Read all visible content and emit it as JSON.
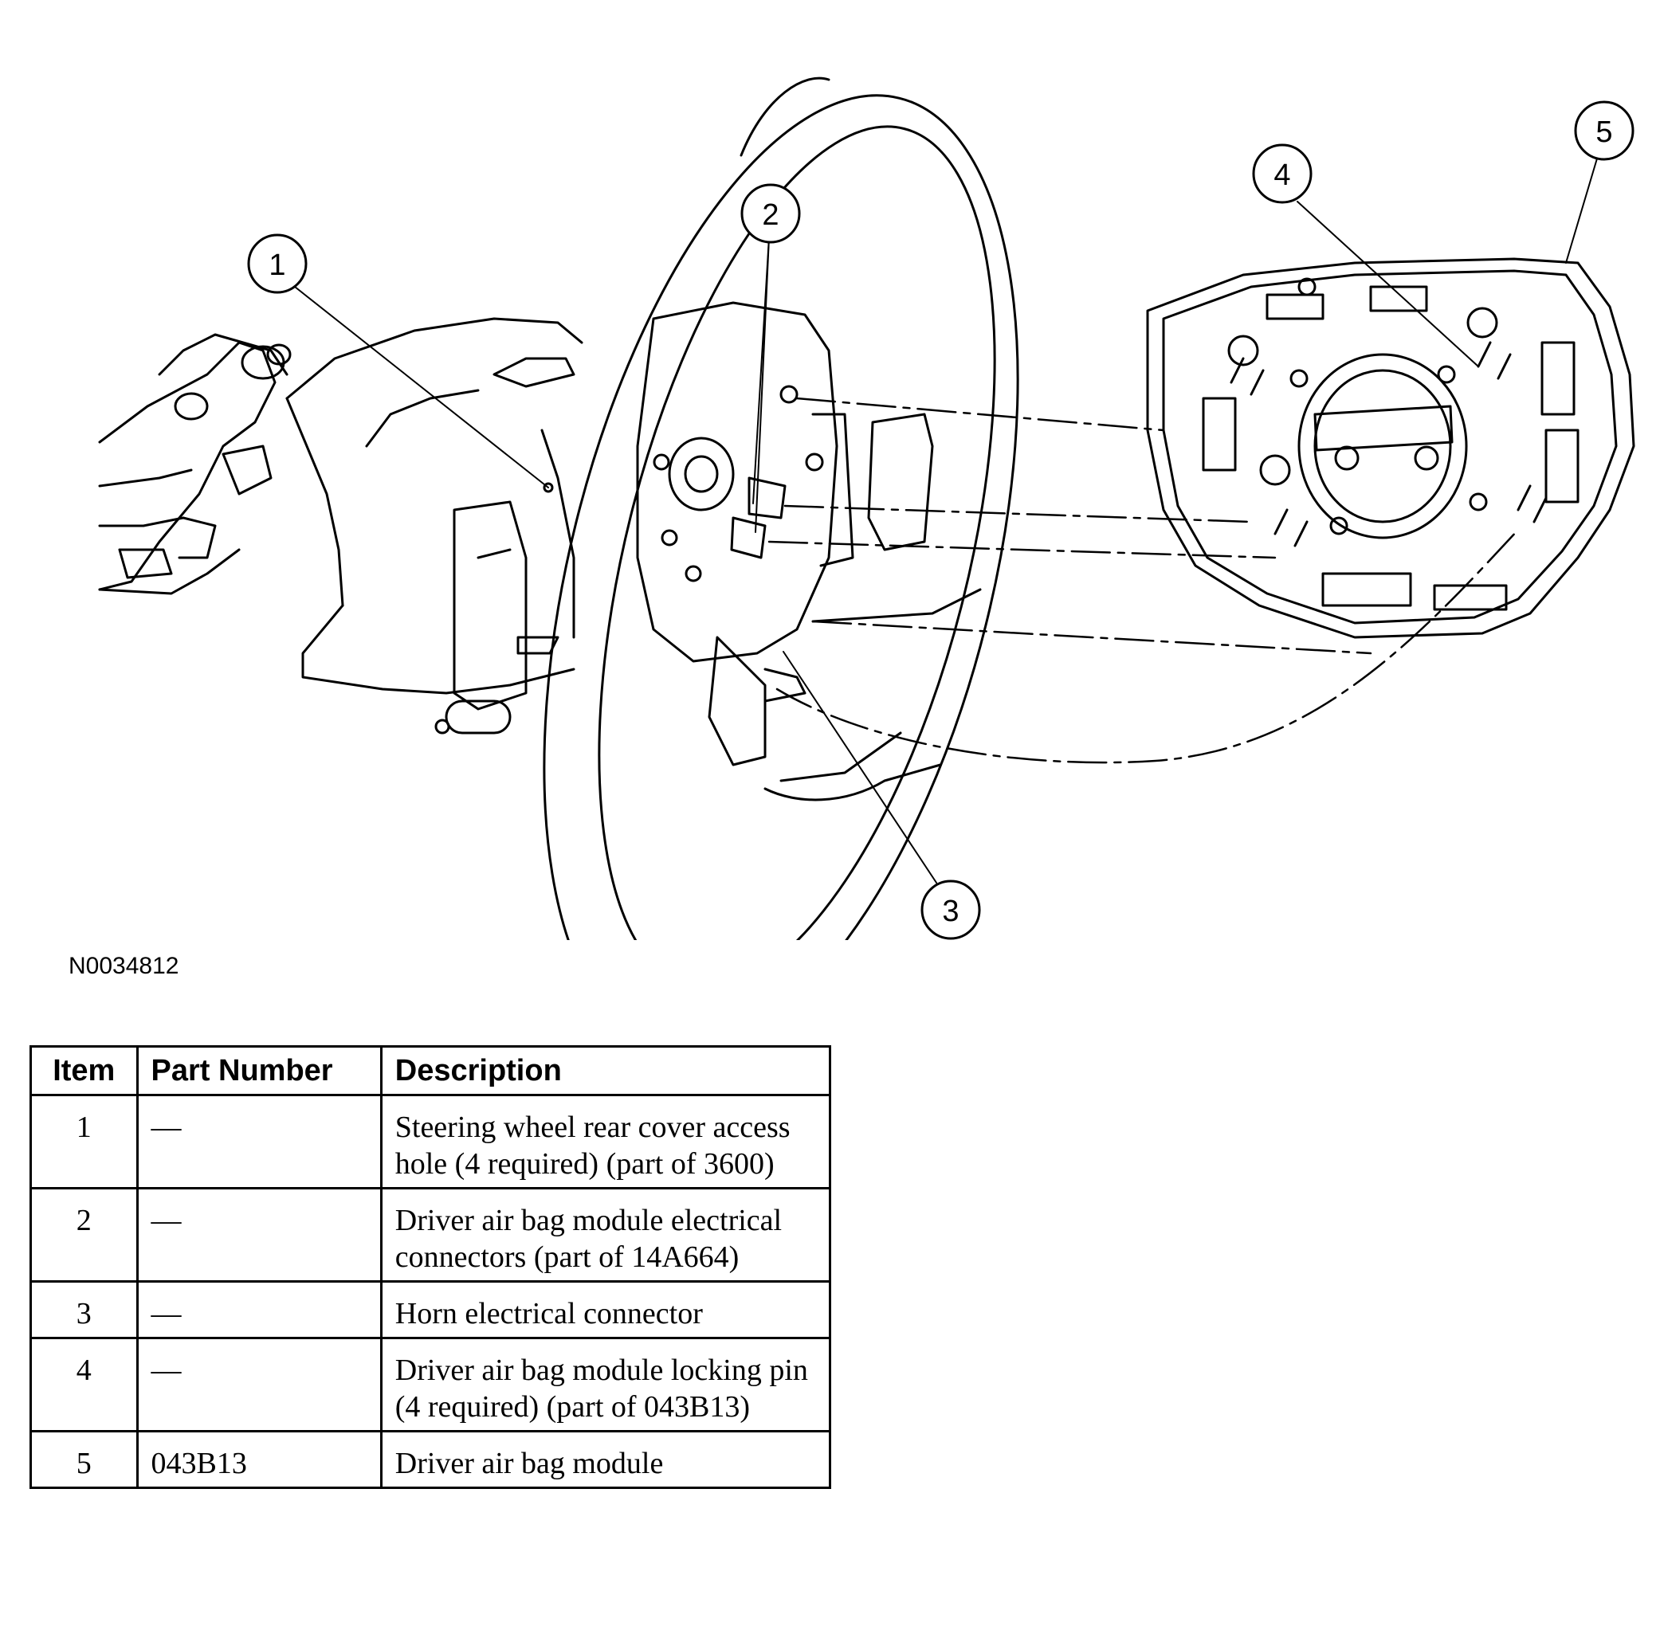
{
  "figure": {
    "id": "N0034812",
    "callouts": [
      "1",
      "2",
      "3",
      "4",
      "5"
    ]
  },
  "table": {
    "headers": {
      "item": "Item",
      "part_number": "Part Number",
      "description": "Description"
    },
    "rows": [
      {
        "item": "1",
        "part_number": "—",
        "description": "Steering wheel rear cover access hole (4 required) (part of 3600)"
      },
      {
        "item": "2",
        "part_number": "—",
        "description": "Driver air bag module electrical connectors (part of 14A664)"
      },
      {
        "item": "3",
        "part_number": "—",
        "description": "Horn electrical connector"
      },
      {
        "item": "4",
        "part_number": "—",
        "description": "Driver air bag module locking pin (4 required) (part of 043B13)"
      },
      {
        "item": "5",
        "part_number": "043B13",
        "description": "Driver air bag module"
      }
    ]
  }
}
